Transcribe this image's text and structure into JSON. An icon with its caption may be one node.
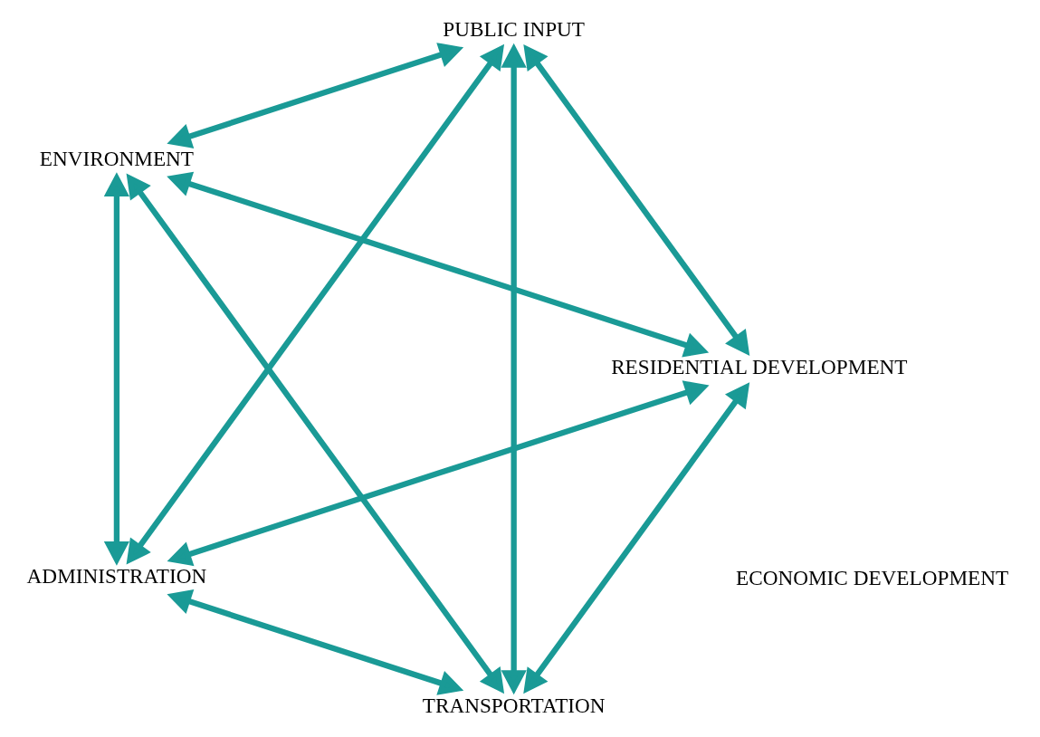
{
  "diagram": {
    "nodes": [
      {
        "text": [
          "TRANSPORTATION"
        ]
      },
      {
        "text": [
          "RESIDENTIAL DEVELOPMENT"
        ]
      },
      {
        "text": [
          "ENVIRONMENT"
        ]
      },
      {
        "text": [
          "PUBLIC INPUT"
        ]
      },
      {
        "text": [
          "ADMINISTRATION"
        ]
      }
    ],
    "edges": [
      {
        "from": 0,
        "to": 2,
        "arrow": "both"
      },
      {
        "from": 0,
        "to": 1,
        "arrow": "both"
      },
      {
        "from": 0,
        "to": 3,
        "arrow": "both"
      },
      {
        "from": 0,
        "to": 4,
        "arrow": "both"
      },
      {
        "from": 2,
        "to": 1,
        "arrow": "both"
      },
      {
        "from": 2,
        "to": 3,
        "arrow": "both"
      },
      {
        "from": 2,
        "to": 4,
        "arrow": "both"
      },
      {
        "from": 1,
        "to": 3,
        "arrow": "both"
      },
      {
        "from": 1,
        "to": 4,
        "arrow": "both"
      },
      {
        "from": 3,
        "to": 4,
        "arrow": "both"
      }
    ],
    "labels": [
      "ECONOMIC DEVELOPMENT"
    ]
  }
}
